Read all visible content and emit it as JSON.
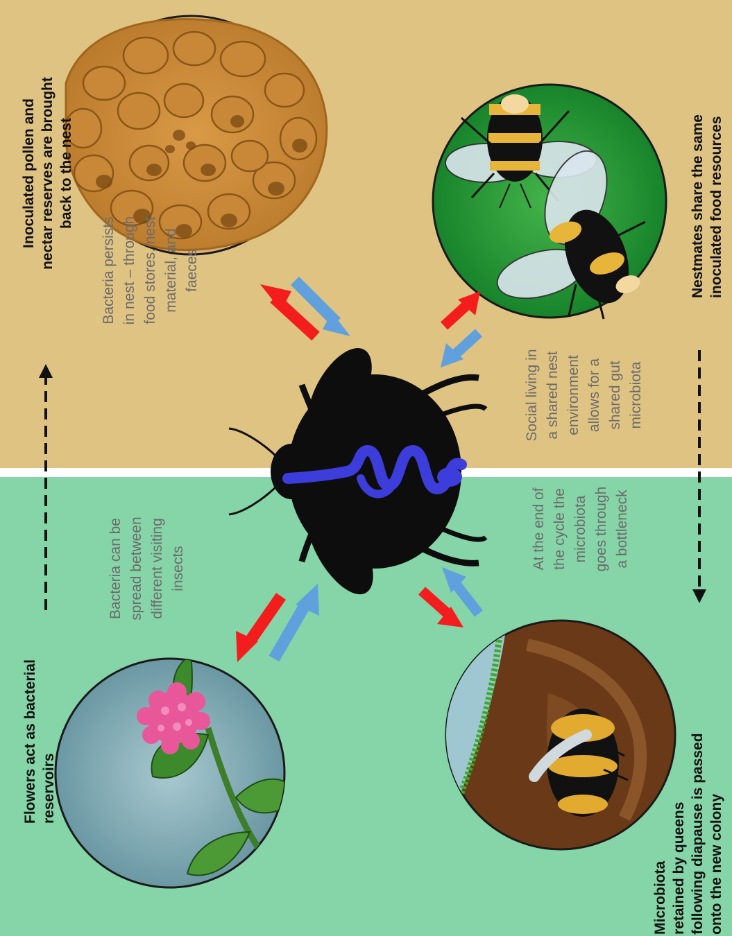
{
  "labels": {
    "nest_reserves": "Inoculated pollen and\nnectar reserves are brought\nback to the nest",
    "nestmates": "Nestmates share the same\ninoculated food resources",
    "flowers": "Flowers act as bacterial\nreservoirs",
    "queens": "Microbiota\nretained by queens\nfollowing diapause is passed\nonto the new colony"
  },
  "notes": {
    "persists": "Bacteria persists\nin nest – through\nfood stores, nest\nmaterial, and\nfaeces",
    "social": "Social living in\na shared nest\nenvironment\nallows for a\nshared gut\nmicrobiota",
    "spread": "Bacteria can be\nspread between\ndifferent visiting\ninsects",
    "bottleneck": "At the end of\nthe cycle the\nmicrobiota\ngoes through\na bottleneck"
  },
  "icons": [
    "bee-silhouette-icon",
    "gut-icon",
    "flower-icon",
    "pollen-comb-icon",
    "nestmate-bees-icon",
    "hibernating-queen-icon"
  ],
  "colors": {
    "nest_background": "#dfc383",
    "field_background": "#85d5a8",
    "outward_arrow": "#f41d1d",
    "inward_arrow": "#5fa0dd",
    "gut": "#3d3ddb"
  }
}
